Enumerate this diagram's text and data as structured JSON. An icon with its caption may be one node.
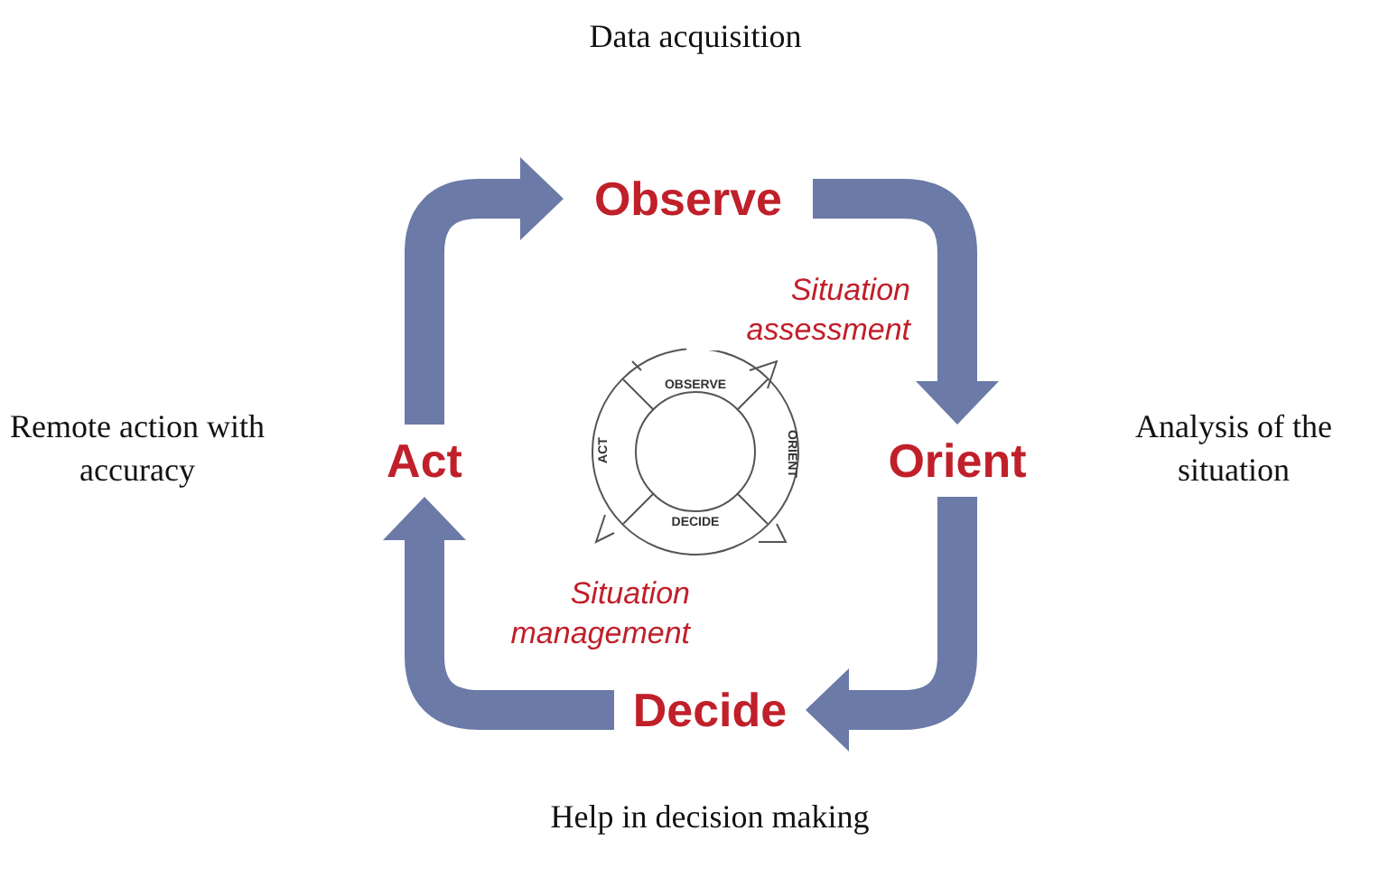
{
  "diagram": {
    "nodes": [
      {
        "text": [
          "Observe"
        ],
        "beside": [
          "Data acquisition"
        ]
      },
      {
        "text": [
          "Orient"
        ],
        "beside": [
          "Analysis of the situation"
        ]
      },
      {
        "text": [
          "Decide"
        ],
        "beside": [
          "Help in decision making"
        ]
      },
      {
        "text": [
          "Act"
        ],
        "beside": [
          "Remote action with accuracy"
        ]
      }
    ],
    "edges": [
      {
        "from": 0,
        "to": 1,
        "arrow": "to",
        "label": "Situation assessment"
      },
      {
        "from": 1,
        "to": 2,
        "arrow": "to"
      },
      {
        "from": 2,
        "to": 3,
        "arrow": "to",
        "label": "Situation management"
      },
      {
        "from": 3,
        "to": 0,
        "arrow": "to"
      }
    ],
    "labels": [
      "OBSERVE",
      "ORIENT",
      "DECIDE",
      "ACT"
    ]
  }
}
